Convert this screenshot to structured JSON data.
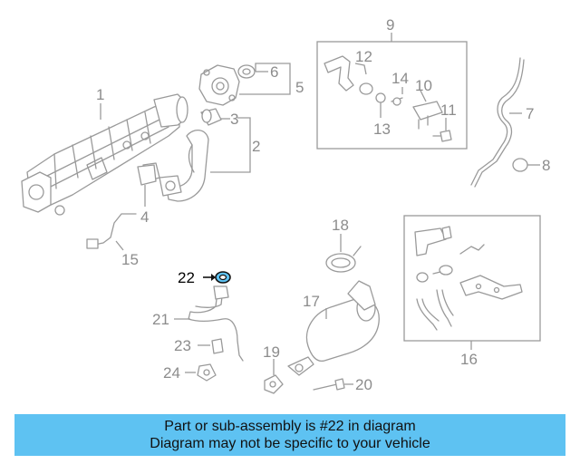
{
  "callouts": {
    "c1": "1",
    "c2": "2",
    "c3": "3",
    "c4": "4",
    "c5": "5",
    "c6": "6",
    "c7": "7",
    "c8": "8",
    "c9": "9",
    "c10": "10",
    "c11": "11",
    "c12": "12",
    "c13": "13",
    "c14": "14",
    "c15": "15",
    "c16": "16",
    "c17": "17",
    "c18": "18",
    "c19": "19",
    "c20": "20",
    "c21": "21",
    "c22": "22",
    "c23": "23",
    "c24": "24"
  },
  "highlight": {
    "color": "#5ec2f2"
  },
  "banner": {
    "line1": "Part or sub-assembly is #22 in diagram",
    "line2": "Diagram may not be specific to your vehicle",
    "color": "#5ec2f2"
  }
}
